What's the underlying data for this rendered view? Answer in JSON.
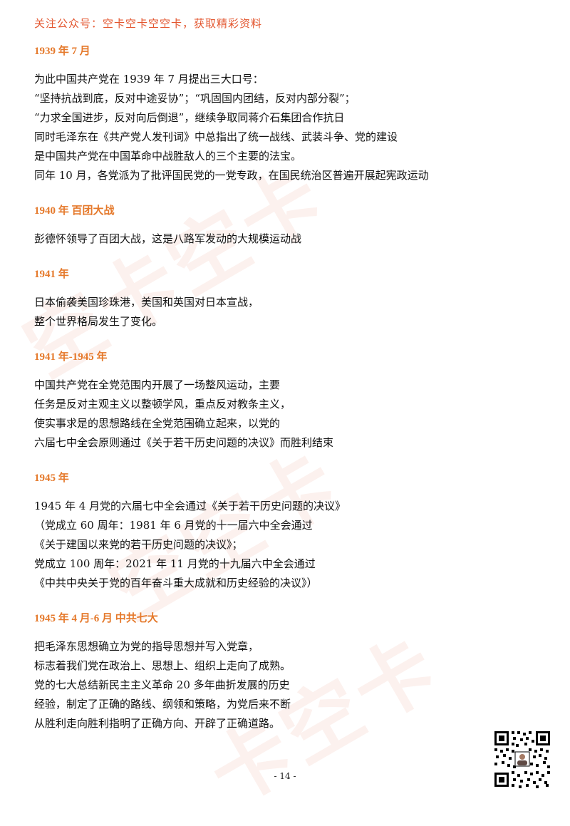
{
  "header_note": "关注公众号：空卡空卡空空卡，获取精彩资料",
  "watermark": {
    "text": "空卡空卡",
    "text2": "空空卡",
    "text3": "卡空卡"
  },
  "sections": [
    {
      "title": "1939 年  7 月",
      "lines": [
        "为此中国共产党在 1939 年 7 月提出三大口号：",
        "“坚持抗战到底，反对中途妥协”；“巩固国内团结，反对内部分裂”；",
        "“力求全国进步，反对向后倒退”，继续争取同蒋介石集团合作抗日",
        "同时毛泽东在《共产党人发刊词》中总指出了统一战线、武装斗争、党的建设",
        "是中国共产党在中国革命中战胜敌人的三个主要的法宝。",
        "同年 10 月，各党派为了批评国民党的一党专政，在国民统治区普遍开展起宪政运动"
      ]
    },
    {
      "title": "1940 年    百团大战",
      "lines": [
        "彭德怀领导了百团大战，这是八路军发动的大规模运动战"
      ]
    },
    {
      "title": "1941 年",
      "lines": [
        "日本偷袭美国珍珠港，美国和英国对日本宣战，",
        "整个世界格局发生了变化。"
      ]
    },
    {
      "title": "1941 年-1945 年",
      "lines": [
        "中国共产党在全党范围内开展了一场整风运动，主要",
        "任务是反对主观主义以整顿学风，重点反对教条主义，",
        "使实事求是的思想路线在全党范围确立起来，以党的",
        "六届七中全会原则通过《关于若干历史问题的决议》而胜利结束"
      ]
    },
    {
      "title": "1945 年",
      "lines": [
        "1945 年 4 月党的六届七中全会通过《关于若干历史问题的决议》",
        "（党成立 60 周年：1981 年 6 月党的十一届六中全会通过",
        "《关于建国以来党的若干历史问题的决议》；",
        "党成立 100 周年：2021 年 11 月党的十九届六中全会通过",
        "《中共中央关于党的百年奋斗重大成就和历史经验的决议》）"
      ]
    },
    {
      "title": "1945 年 4 月-6 月    中共七大",
      "lines": [
        "把毛泽东思想确立为党的指导思想并写入党章，",
        "标志着我们党在政治上、思想上、组织上走向了成熟。",
        "党的七大总结新民主主义革命 20 多年曲折发展的历史",
        "经验，制定了正确的路线、纲领和策略，为党后来不断",
        "从胜利走向胜利指明了正确方向、开辟了正确道路。"
      ]
    }
  ],
  "page_number": "- 14 -",
  "qr_icon": "qr-code-icon",
  "colors": {
    "header": "#e3562f",
    "section_title": "#e5792b",
    "watermark": "#e2785a"
  }
}
